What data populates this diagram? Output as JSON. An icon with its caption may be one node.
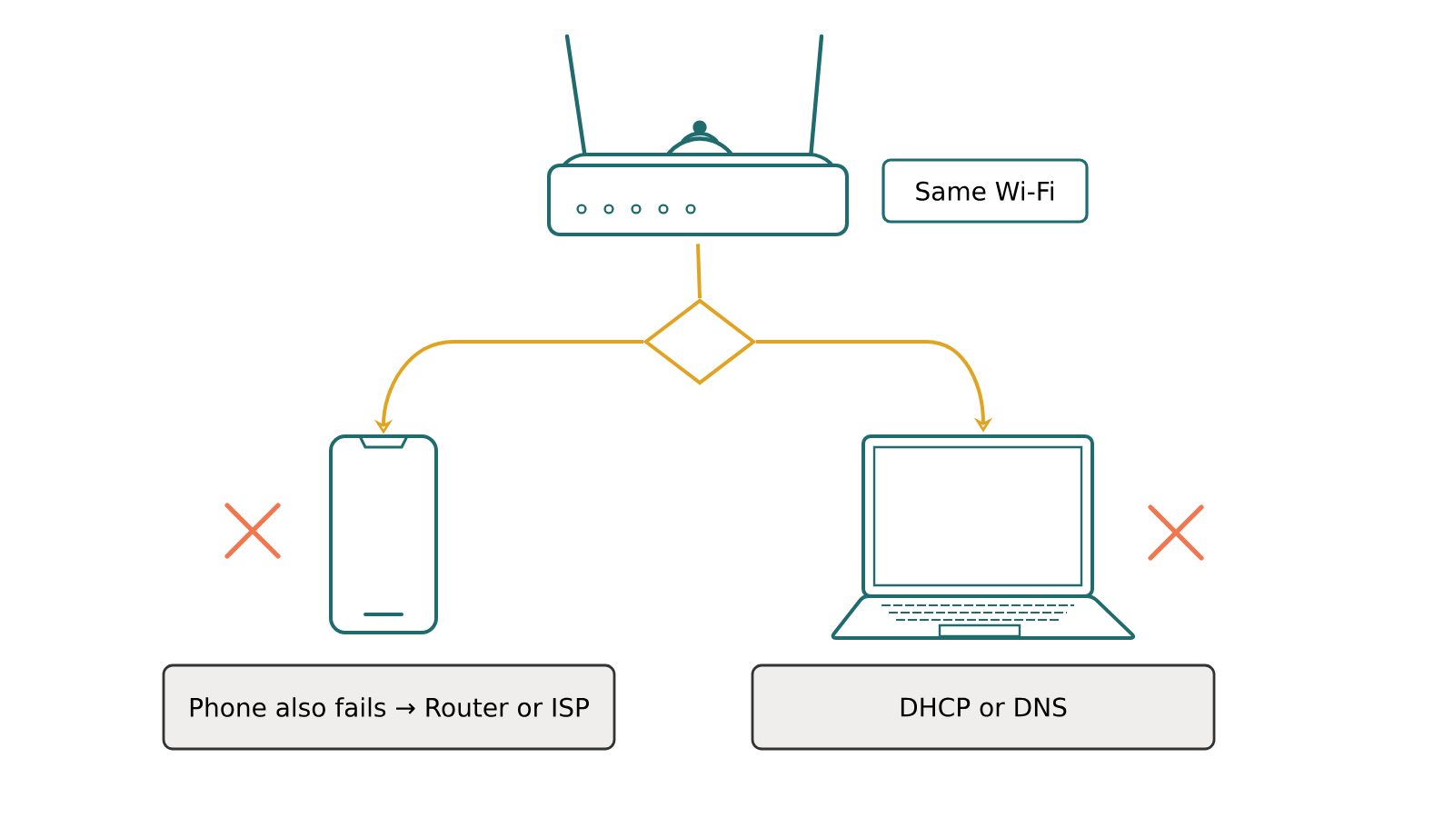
{
  "diagram": {
    "nodes": [
      {
        "text": [],
        "shape": "picture"
      },
      {
        "text": [
          "Same Wi-Fi"
        ]
      },
      {
        "text": [],
        "shape": "diamond"
      },
      {
        "text": [],
        "shape": "picture"
      },
      {
        "text": [],
        "shape": "picture"
      },
      {
        "text": [
          "Phone also fails → Router or ISP"
        ]
      },
      {
        "text": [
          "DHCP or DNS"
        ]
      }
    ],
    "edges": [
      {
        "from": 0,
        "to": 2,
        "arrow": "none",
        "color": "#e0a422"
      },
      {
        "from": 2,
        "to": 3,
        "arrow": "to"
      },
      {
        "from": 2,
        "to": 4,
        "arrow": "to"
      }
    ]
  }
}
